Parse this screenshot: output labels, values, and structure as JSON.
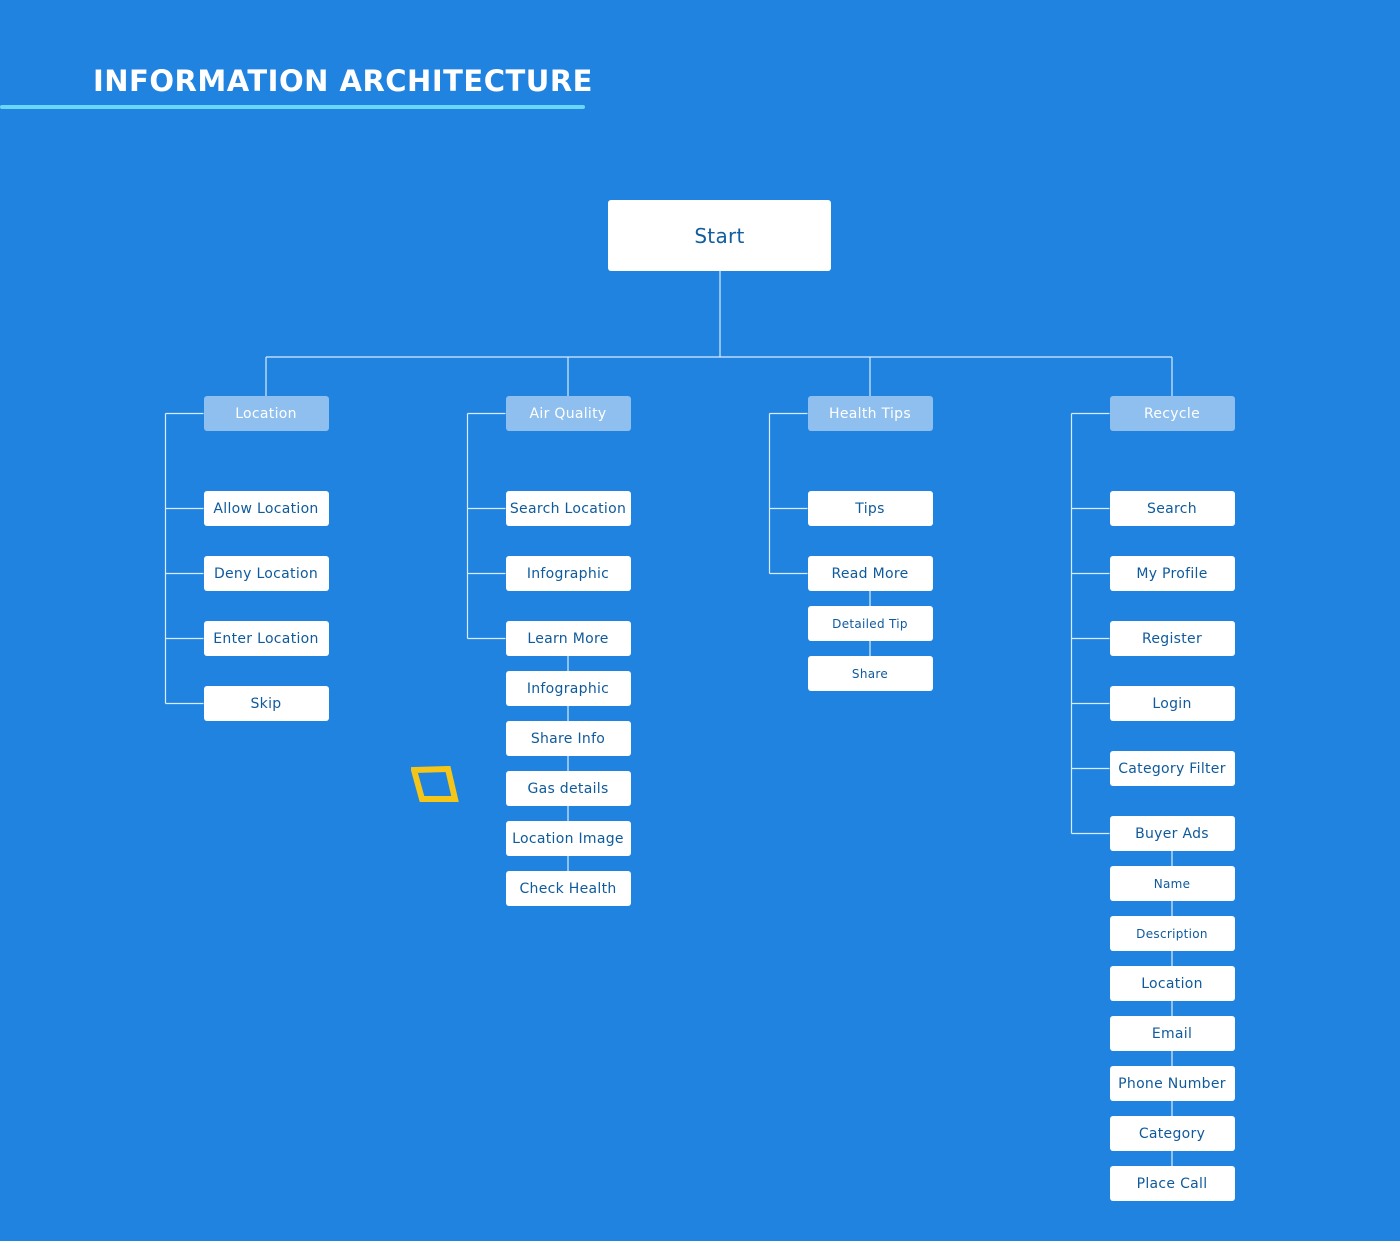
{
  "title": "INFORMATION ARCHITECTURE",
  "accent_colors": {
    "background": "#2183e0",
    "underline": "#6ad7f8",
    "category_fill": "#8fbfee",
    "node_fill": "#ffffff",
    "node_text": "#0f5a9c",
    "connector": "#d8ecff",
    "diamond": "#f5c518"
  },
  "decor_icon": "diamond-outline-icon",
  "tree": {
    "root": "Start",
    "categories": [
      {
        "label": "Location",
        "items": [
          "Allow Location",
          "Deny Location",
          "Enter Location",
          "Skip"
        ],
        "sub_items": []
      },
      {
        "label": "Air Quality",
        "items": [
          "Search Location",
          "Infographic",
          "Learn More"
        ],
        "sub_items": [
          "Infographic",
          "Share Info",
          "Gas details",
          "Location Image",
          "Check Health"
        ]
      },
      {
        "label": "Health Tips",
        "items": [
          "Tips",
          "Read More"
        ],
        "sub_items": [
          "Detailed Tip",
          "Share"
        ]
      },
      {
        "label": "Recycle",
        "items": [
          "Search",
          "My Profile",
          "Register",
          "Login",
          "Category Filter",
          "Buyer Ads"
        ],
        "sub_items": [
          "Name",
          "Description",
          "Location",
          "Email",
          "Phone Number",
          "Category",
          "Place Call"
        ]
      }
    ]
  }
}
